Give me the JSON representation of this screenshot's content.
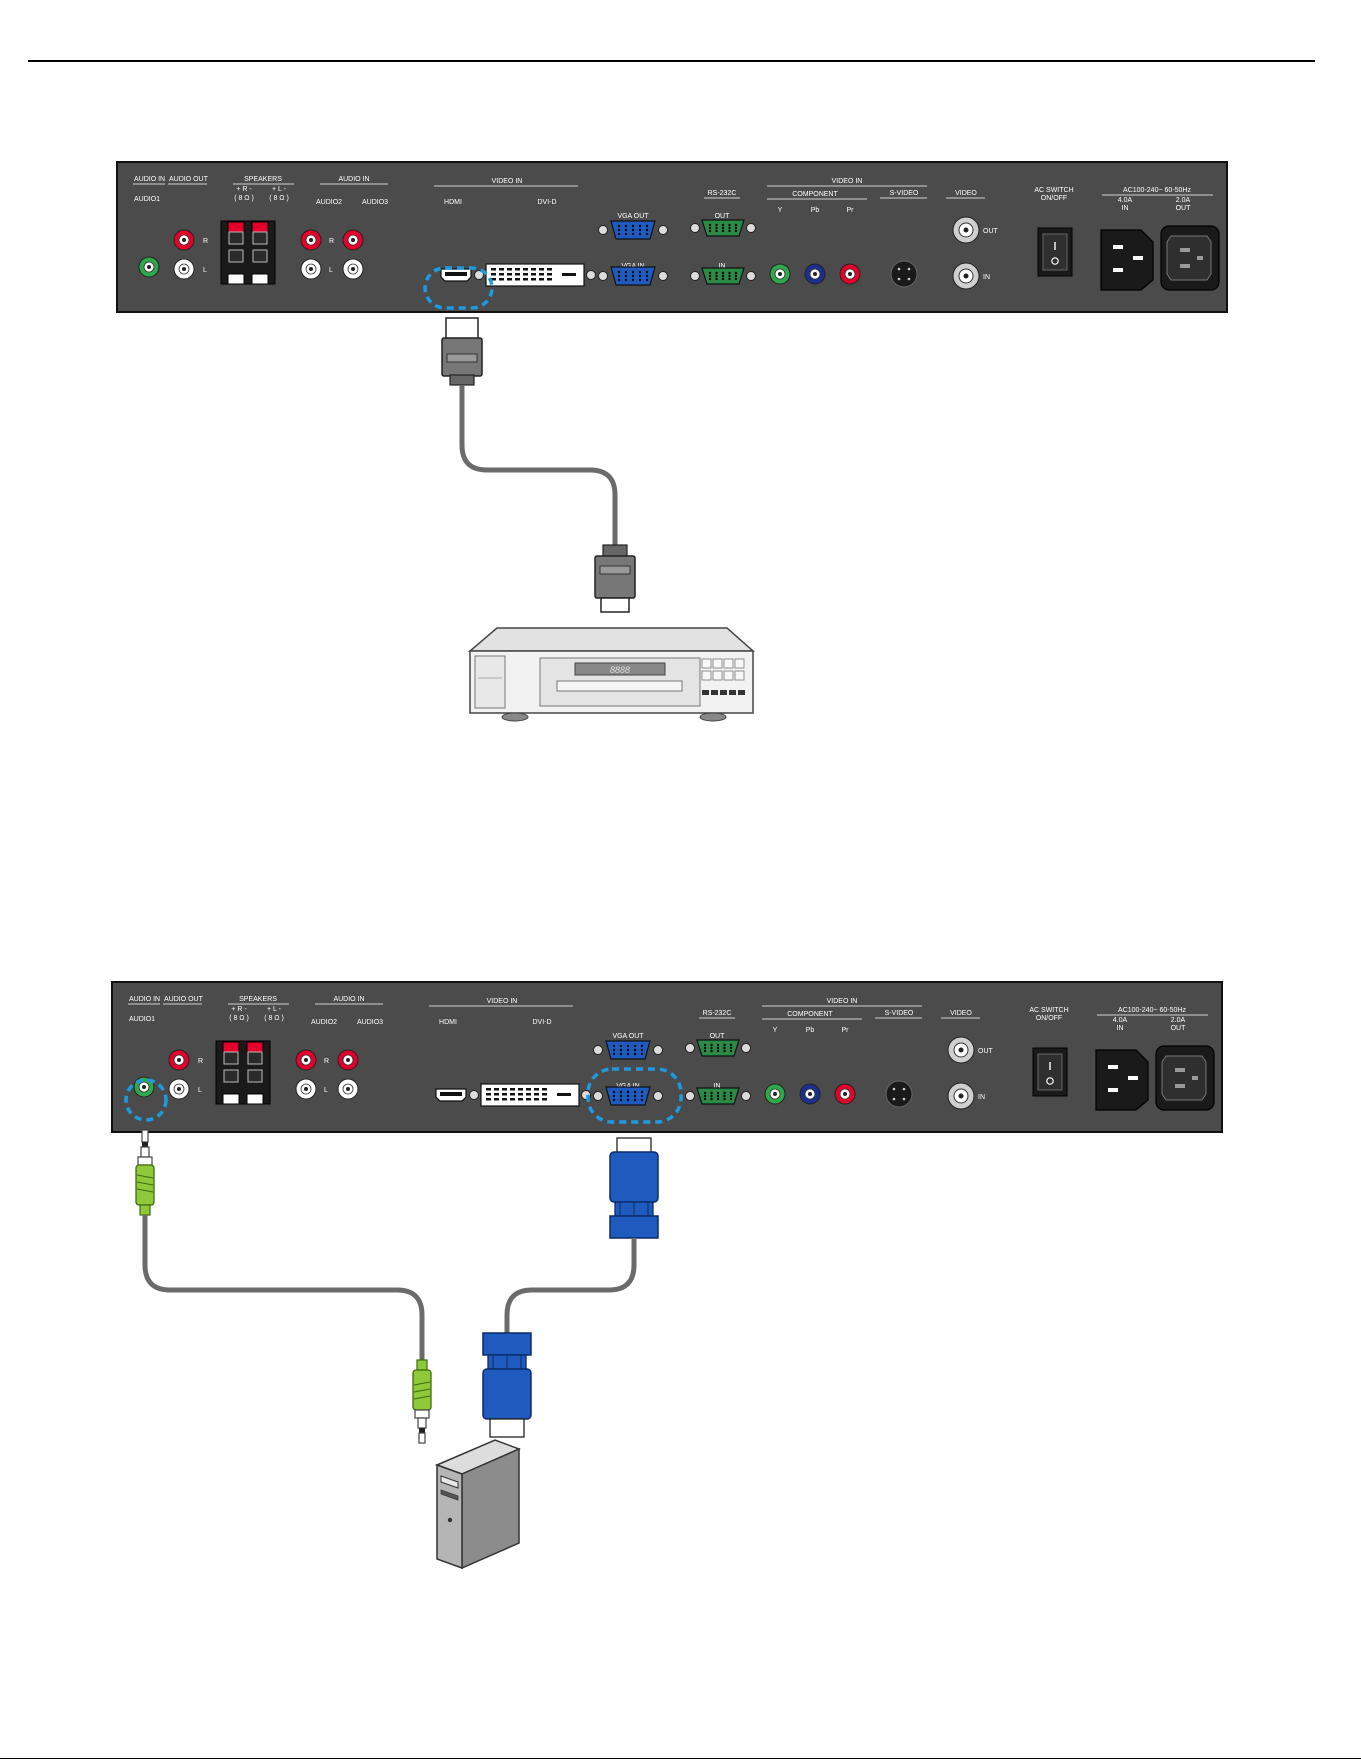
{
  "colors": {
    "panel": "#4b4b4b",
    "highlight": "#1e9be0",
    "rca_red": "#e4002b",
    "rca_white": "#ffffff",
    "rca_green": "#2ea84a",
    "rca_blue": "#1b2f8f",
    "vga_blue": "#1f5bbf",
    "audio_green": "#8fc93a",
    "cable": "#6b6b6b"
  },
  "panel_labels": {
    "audio_in": "AUDIO IN",
    "audio_out": "AUDIO OUT",
    "audio1": "AUDIO1",
    "speakers": "SPEAKERS",
    "speakers_r": "+ R -",
    "speakers_l": "+ L -",
    "speakers_ohm": "( 8 Ω )",
    "audio_in_2": "AUDIO IN",
    "audio2": "AUDIO2",
    "audio3": "AUDIO3",
    "r": "R",
    "l": "L",
    "video_in": "VIDEO IN",
    "hdmi": "HDMI",
    "dvi_d": "DVI-D",
    "vga_out": "VGA OUT",
    "vga_in": "VGA IN",
    "rs232c": "RS-232C",
    "out": "OUT",
    "in": "IN",
    "video_in_2": "VIDEO IN",
    "component": "COMPONENT",
    "y": "Y",
    "pb": "Pb",
    "pr": "Pr",
    "s_video": "S-VIDEO",
    "video": "VIDEO",
    "ac_switch": "AC SWITCH",
    "on_off": "ON/OFF",
    "ac_rating": "AC100-240~ 60-50Hz",
    "amp_in": "4.0A",
    "amp_out": "2.0A",
    "ac_in": "IN",
    "ac_out": "OUT"
  },
  "player_display": "8888",
  "diagrams": [
    {
      "id": "hdmi-connection",
      "highlighted_ports": [
        "hdmi-port"
      ],
      "device": "dvd-player"
    },
    {
      "id": "vga-audio-connection",
      "highlighted_ports": [
        "audio1-port",
        "vga-in-port"
      ],
      "device": "computer-tower"
    }
  ]
}
